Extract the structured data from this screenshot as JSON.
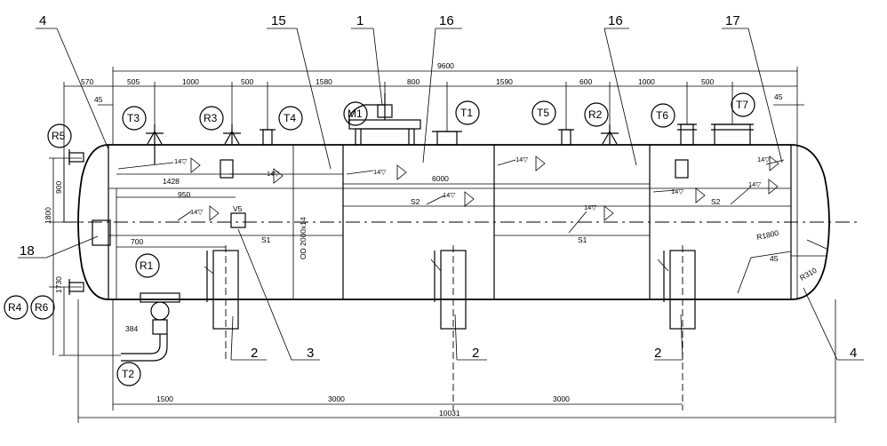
{
  "part_numbers": {
    "n1": "1",
    "n2a": "2",
    "n2b": "2",
    "n2c": "2",
    "n3": "3",
    "n4a": "4",
    "n4b": "4",
    "n15": "15",
    "n16a": "16",
    "n16b": "16",
    "n17": "17",
    "n18": "18"
  },
  "nozzles": {
    "T1": "T1",
    "T2": "T2",
    "T3": "T3",
    "T4": "T4",
    "T5": "T5",
    "T6": "T6",
    "T7": "T7",
    "R1": "R1",
    "R2": "R2",
    "R3": "R3",
    "R4": "R4",
    "R5": "R5",
    "R6": "R6",
    "M1": "M1"
  },
  "dimensions": {
    "total_top": "9600",
    "d570": "570",
    "d505": "505",
    "d1000a": "1000",
    "d500a": "500",
    "d1580": "1580",
    "d800": "800",
    "d1590": "1590",
    "d600": "600",
    "d1000b": "1000",
    "d500b": "500",
    "d45a": "45",
    "d45b": "45",
    "d45c": "45",
    "d1428": "1428",
    "d950": "950",
    "d6000": "6000",
    "d900": "900",
    "d1800": "1800",
    "d1730": "1730",
    "d700": "700",
    "d384": "384",
    "d1500": "1500",
    "d3000a": "3000",
    "d3000b": "3000",
    "d10031": "10031",
    "od": "OD 2000x14",
    "r1800": "R1800",
    "r310": "R310",
    "s1a": "S1",
    "s1b": "S1",
    "s2a": "S2",
    "s2b": "S2",
    "v5": "V5"
  },
  "welds": {
    "w101": "14▽",
    "w102": "14▽",
    "w103": "14▽",
    "w104": "14▽",
    "w105": "14▽",
    "w106": "14▽",
    "w107": "14▽",
    "w108": "14▽",
    "w109": "14▽",
    "w110": "14▽"
  }
}
